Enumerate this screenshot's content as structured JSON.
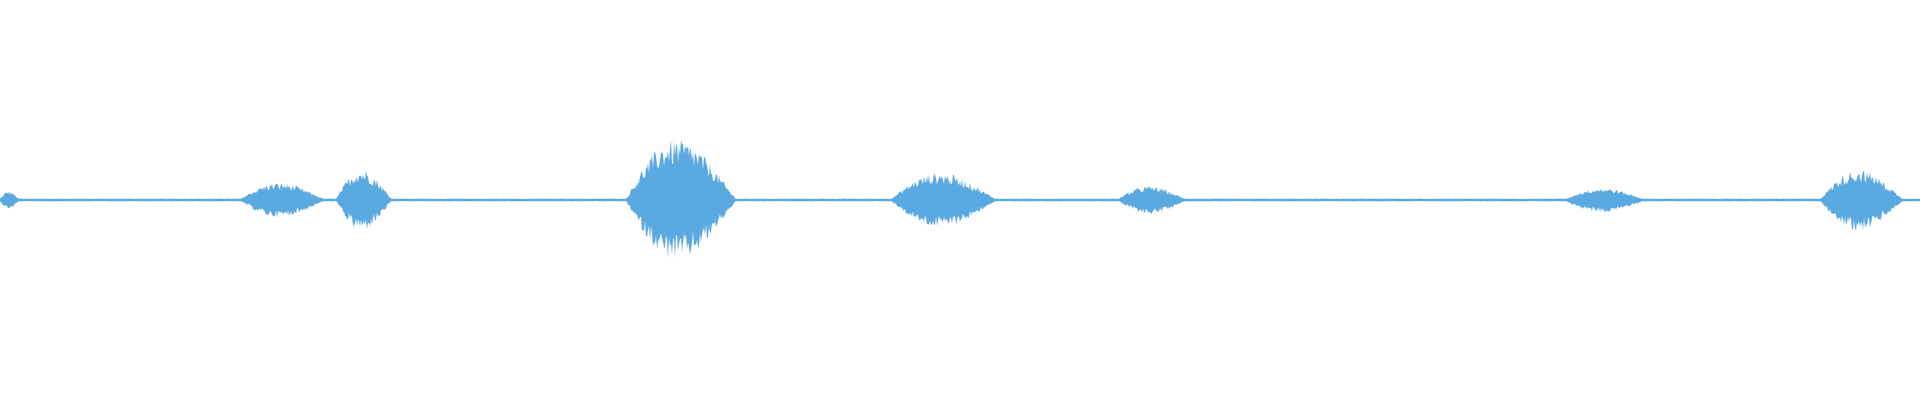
{
  "waveform": {
    "color": "#5aa9e0",
    "background": "#ffffff",
    "duration_fraction_segments": [
      {
        "start": 0.0,
        "end": 0.012,
        "level": 0.05
      },
      {
        "start": 0.125,
        "end": 0.178,
        "level": 0.1
      },
      {
        "start": 0.175,
        "end": 0.21,
        "level": 0.18
      },
      {
        "start": 0.326,
        "end": 0.395,
        "level": 0.36
      },
      {
        "start": 0.464,
        "end": 0.53,
        "level": 0.16
      },
      {
        "start": 0.582,
        "end": 0.625,
        "level": 0.08
      },
      {
        "start": 0.815,
        "end": 0.865,
        "level": 0.07
      },
      {
        "start": 0.948,
        "end": 1.0,
        "level": 0.18
      }
    ],
    "baseline_level": 0.004
  }
}
